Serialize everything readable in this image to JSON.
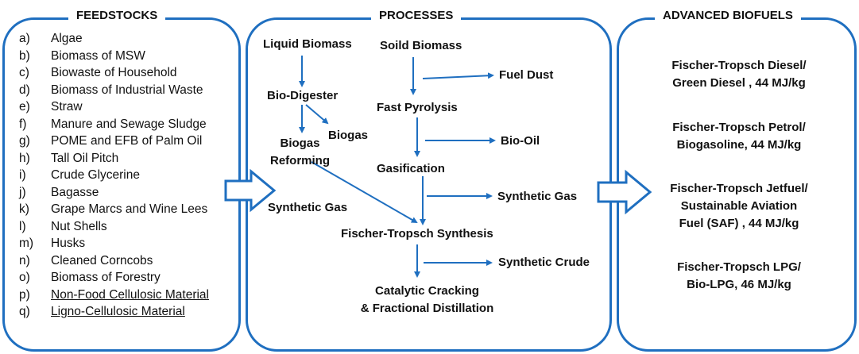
{
  "sections": {
    "feedstocks": "FEEDSTOCKS",
    "processes": "PROCESSES",
    "advanced_biofuels": "ADVANCED BIOFUELS"
  },
  "feedstocks": [
    {
      "letter": "a)",
      "name": "Algae"
    },
    {
      "letter": "b)",
      "name": "Biomass of MSW"
    },
    {
      "letter": "c)",
      "name": "Biowaste of Household"
    },
    {
      "letter": "d)",
      "name": "Biomass of Industrial Waste"
    },
    {
      "letter": "e)",
      "name": "Straw"
    },
    {
      "letter": "f)",
      "name": "Manure and Sewage Sludge"
    },
    {
      "letter": "g)",
      "name": "POME and EFB of Palm Oil"
    },
    {
      "letter": "h)",
      "name": "Tall Oil Pitch"
    },
    {
      "letter": "i)",
      "name": "Crude Glycerine"
    },
    {
      "letter": "j)",
      "name": "Bagasse"
    },
    {
      "letter": "k)",
      "name": "Grape Marcs and Wine Lees"
    },
    {
      "letter": "l)",
      "name": "Nut Shells"
    },
    {
      "letter": "m)",
      "name": "Husks"
    },
    {
      "letter": "n)",
      "name": "Cleaned Corncobs"
    },
    {
      "letter": "o)",
      "name": "Biomass of Forestry"
    },
    {
      "letter": "p)",
      "name": "Non-Food Cellulosic Material"
    },
    {
      "letter": "q)",
      "name": "Ligno-Cellulosic Material"
    }
  ],
  "processes": {
    "liquid_biomass": "Liquid Biomass",
    "solid_biomass": "Soild Biomass",
    "bio_digester": "Bio-Digester",
    "biogas": "Biogas",
    "biogas_reforming_1": "Biogas",
    "biogas_reforming_2": "Reforming",
    "fuel_dust": "Fuel Dust",
    "fast_pyrolysis": "Fast Pyrolysis",
    "bio_oil": "Bio-Oil",
    "gasification": "Gasification",
    "synthetic_gas_left": "Synthetic Gas",
    "synthetic_gas_right": "Synthetic Gas",
    "ft_synthesis": "Fischer-Tropsch Synthesis",
    "synthetic_crude": "Synthetic Crude",
    "cracking_1": "Catalytic Cracking",
    "cracking_2": "& Fractional Distillation"
  },
  "biofuels": [
    {
      "line1": "Fischer-Tropsch Diesel/",
      "line2": "Green Diesel , 44 MJ/kg"
    },
    {
      "line1": "Fischer-Tropsch Petrol/",
      "line2": "Biogasoline, 44 MJ/kg"
    },
    {
      "line1": "Fischer-Tropsch Jetfuel/",
      "line2": "Sustainable Aviation",
      "line3": "Fuel (SAF) , 44 MJ/kg"
    },
    {
      "line1": "Fischer-Tropsch LPG/",
      "line2": "Bio-LPG, 46 MJ/kg"
    }
  ],
  "colors": {
    "accent": "#1f6fc0"
  }
}
